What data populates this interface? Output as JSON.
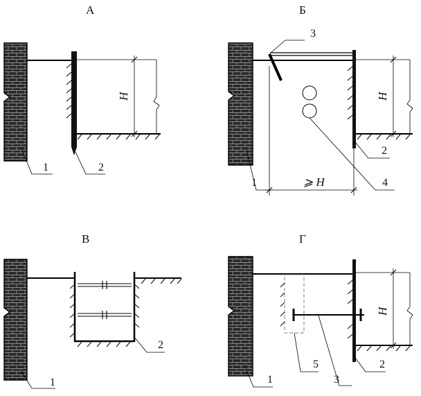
{
  "panels": {
    "a": {
      "title": "А",
      "dim": "H",
      "callouts": [
        "1",
        "2"
      ]
    },
    "b": {
      "title": "Б",
      "dim": "H",
      "width_dim": "⩾ H",
      "callouts": [
        "3",
        "2",
        "1",
        "4"
      ]
    },
    "v": {
      "title": "В",
      "callouts": [
        "2",
        "1"
      ]
    },
    "g": {
      "title": "Г",
      "dim": "H",
      "callouts": [
        "1",
        "5",
        "3",
        "2"
      ]
    }
  }
}
